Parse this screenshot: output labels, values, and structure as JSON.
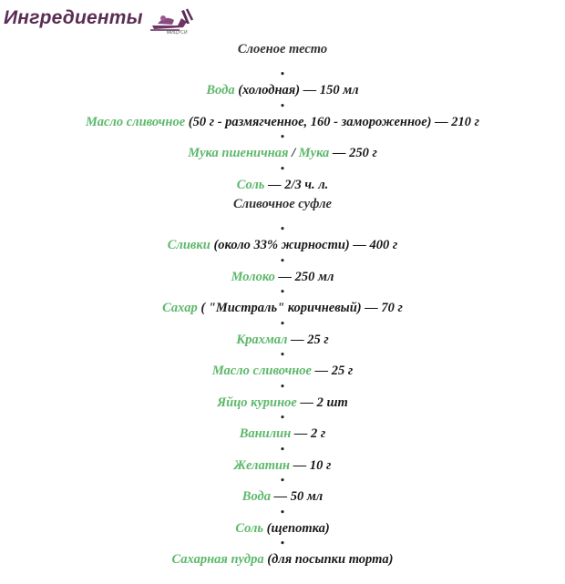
{
  "header": {
    "title": "Ингредиенты",
    "logo_caption": "МИЦУСИ"
  },
  "sections": [
    {
      "title": "Слоеное тесто",
      "items": [
        {
          "parts": [
            {
              "t": "Вода",
              "g": true
            },
            {
              "t": " (холодная) — 150 мл",
              "g": false
            }
          ]
        },
        {
          "parts": [
            {
              "t": "Масло сливочное",
              "g": true
            },
            {
              "t": " (50 г - размягченное, 160 - замороженное) — 210 г",
              "g": false
            }
          ]
        },
        {
          "parts": [
            {
              "t": "Мука пшеничная",
              "g": true
            },
            {
              "t": " / ",
              "g": false
            },
            {
              "t": "Мука",
              "g": true
            },
            {
              "t": " — 250 г",
              "g": false
            }
          ]
        },
        {
          "parts": [
            {
              "t": "Соль",
              "g": true
            },
            {
              "t": " — 2/3 ч. л.",
              "g": false
            }
          ]
        }
      ]
    },
    {
      "title": "Сливочное суфле",
      "items": [
        {
          "parts": [
            {
              "t": "Сливки",
              "g": true
            },
            {
              "t": " (около 33% жирности) — 400 г",
              "g": false
            }
          ]
        },
        {
          "parts": [
            {
              "t": "Молоко",
              "g": true
            },
            {
              "t": " — 250 мл",
              "g": false
            }
          ]
        },
        {
          "parts": [
            {
              "t": "Сахар",
              "g": true
            },
            {
              "t": " ( \"Мистраль\" коричневый) — 70 г",
              "g": false
            }
          ]
        },
        {
          "parts": [
            {
              "t": "Крахмал",
              "g": true
            },
            {
              "t": " — 25 г",
              "g": false
            }
          ]
        },
        {
          "parts": [
            {
              "t": "Масло сливочное",
              "g": true
            },
            {
              "t": " — 25 г",
              "g": false
            }
          ]
        },
        {
          "parts": [
            {
              "t": "Яйцо куриное",
              "g": true
            },
            {
              "t": " — 2 шт",
              "g": false
            }
          ]
        },
        {
          "parts": [
            {
              "t": "Ванилин",
              "g": true
            },
            {
              "t": " — 2 г",
              "g": false
            }
          ]
        },
        {
          "parts": [
            {
              "t": "Желатин",
              "g": true
            },
            {
              "t": " — 10 г",
              "g": false
            }
          ]
        },
        {
          "parts": [
            {
              "t": "Вода",
              "g": true
            },
            {
              "t": " — 50 мл",
              "g": false
            }
          ]
        },
        {
          "parts": [
            {
              "t": "Соль",
              "g": true
            },
            {
              "t": " (щепотка)",
              "g": false
            }
          ]
        },
        {
          "parts": [
            {
              "t": "Сахарная пудра",
              "g": true
            },
            {
              "t": " (для посыпки торта)",
              "g": false
            }
          ]
        }
      ]
    }
  ],
  "colors": {
    "ingredient": "#5cb86a",
    "text": "#1a1a1a",
    "header": "#5a2d55"
  }
}
